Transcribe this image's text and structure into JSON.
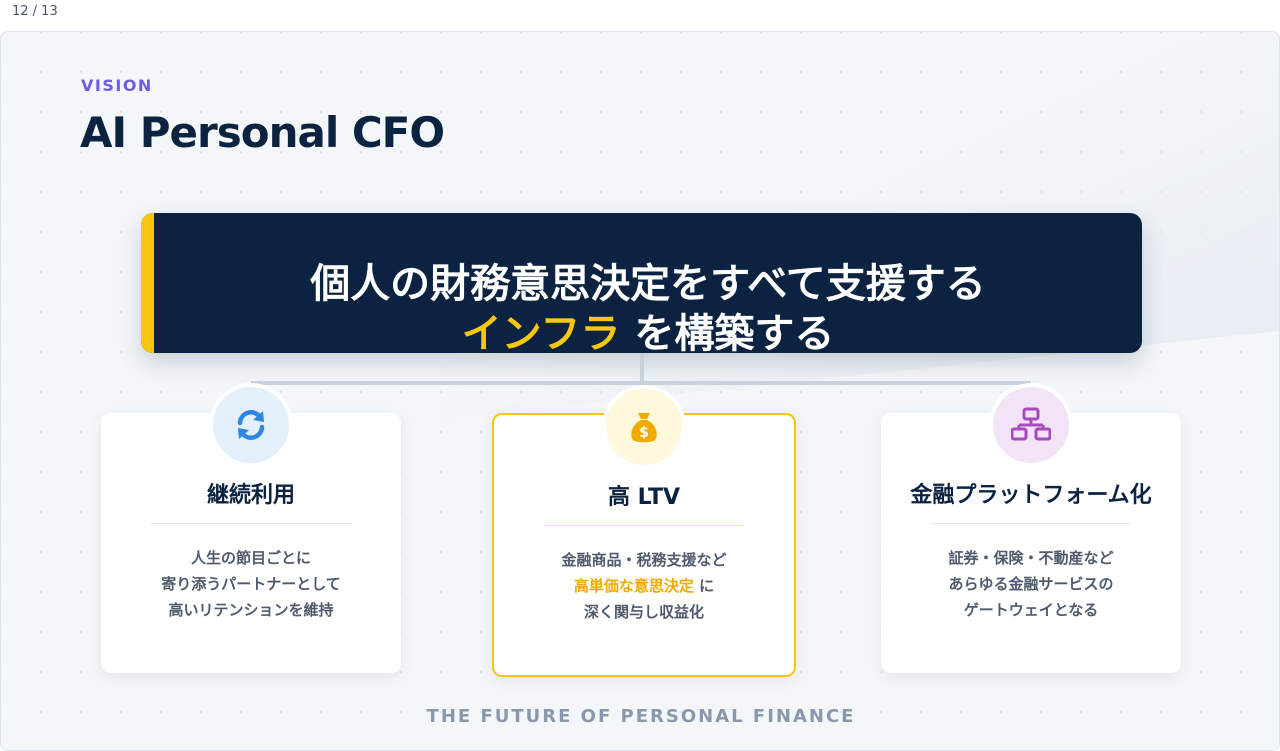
{
  "pager": "12 / 13",
  "eyebrow": "VISION",
  "title": "AI Personal CFO",
  "banner": {
    "line1": "個人の財務意思決定をすべて支援する",
    "line2_highlight": "インフラ",
    "line2_rest": " を構築する"
  },
  "cards": [
    {
      "icon": "refresh-icon",
      "title": "継続利用",
      "lines": [
        "人生の節目ごとに",
        "寄り添うパートナーとして",
        "高いリテンションを維持"
      ]
    },
    {
      "icon": "money-bag-icon",
      "title": "高 LTV",
      "line1": "金融商品・税務支援など",
      "line2_highlight": "高単価な意思決定",
      "line2_rest": " に",
      "line3": "深く関与し収益化"
    },
    {
      "icon": "network-icon",
      "title": "金融プラットフォーム化",
      "lines": [
        "証券・保険・不動産など",
        "あらゆる金融サービスの",
        "ゲートウェイとなる"
      ]
    }
  ],
  "footer": "THE FUTURE OF PERSONAL FINANCE",
  "colors": {
    "navy": "#0b2340",
    "accent_yellow": "#f9c80e",
    "eyebrow_purple": "#6c5ce7",
    "highlight_orange": "#f2a900"
  }
}
